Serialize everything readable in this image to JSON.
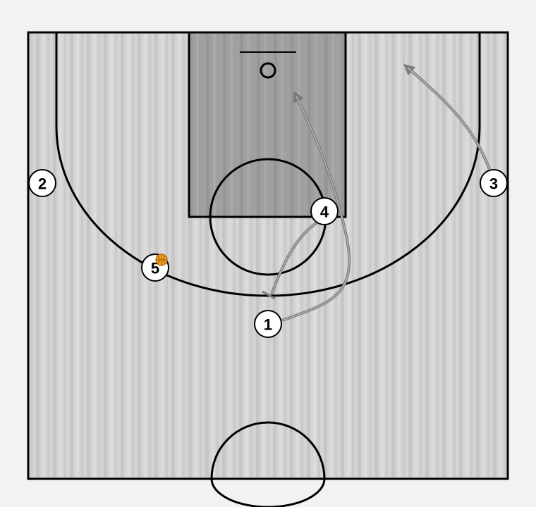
{
  "colors": {
    "court": "#d2d2d2",
    "paint": "#9e9e9e",
    "lines": "#000000",
    "movement_arrow": "#8a8a8a",
    "ball": "#f0a020"
  },
  "players": [
    {
      "label": "1"
    },
    {
      "label": "2"
    },
    {
      "label": "3"
    },
    {
      "label": "4"
    },
    {
      "label": "5",
      "has_ball": true
    }
  ],
  "actions": [
    {
      "type": "screen",
      "player": "4"
    },
    {
      "type": "cut",
      "player": "1"
    },
    {
      "type": "cut",
      "player": "3"
    }
  ]
}
